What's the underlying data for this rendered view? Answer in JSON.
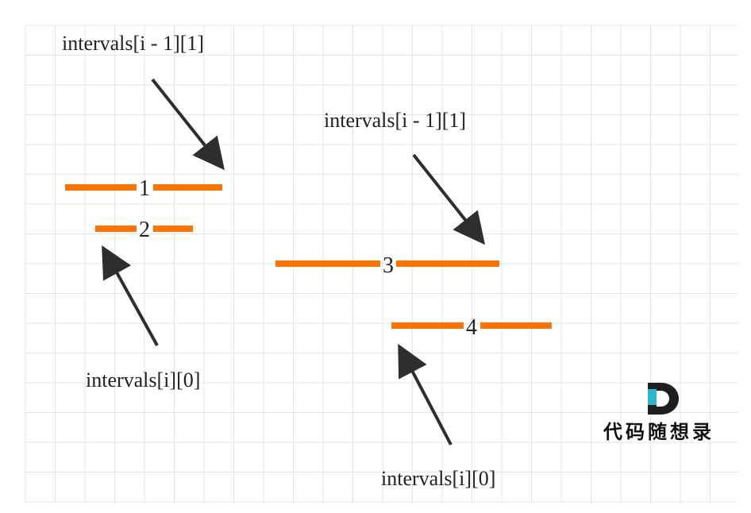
{
  "colors": {
    "background": "#ffffff",
    "grid_line": "#e4e4e4",
    "interval_bar": "#ff7300",
    "arrow": "#2e2e2e",
    "text": "#222222",
    "logo_teal": "#2bb6c9",
    "logo_dark": "#1f1f1f"
  },
  "intervals": [
    {
      "id": "interval-1",
      "number": "1"
    },
    {
      "id": "interval-2",
      "number": "2"
    },
    {
      "id": "interval-3",
      "number": "3"
    },
    {
      "id": "interval-4",
      "number": "4"
    }
  ],
  "labels": {
    "prev_end_left": "intervals[i - 1][1]",
    "prev_end_right": "intervals[i - 1][1]",
    "curr_start_left": "intervals[i][0]",
    "curr_start_right": "intervals[i][0]"
  },
  "logo": {
    "text": "代码随想录",
    "icon": "letter-d-logo-icon"
  }
}
